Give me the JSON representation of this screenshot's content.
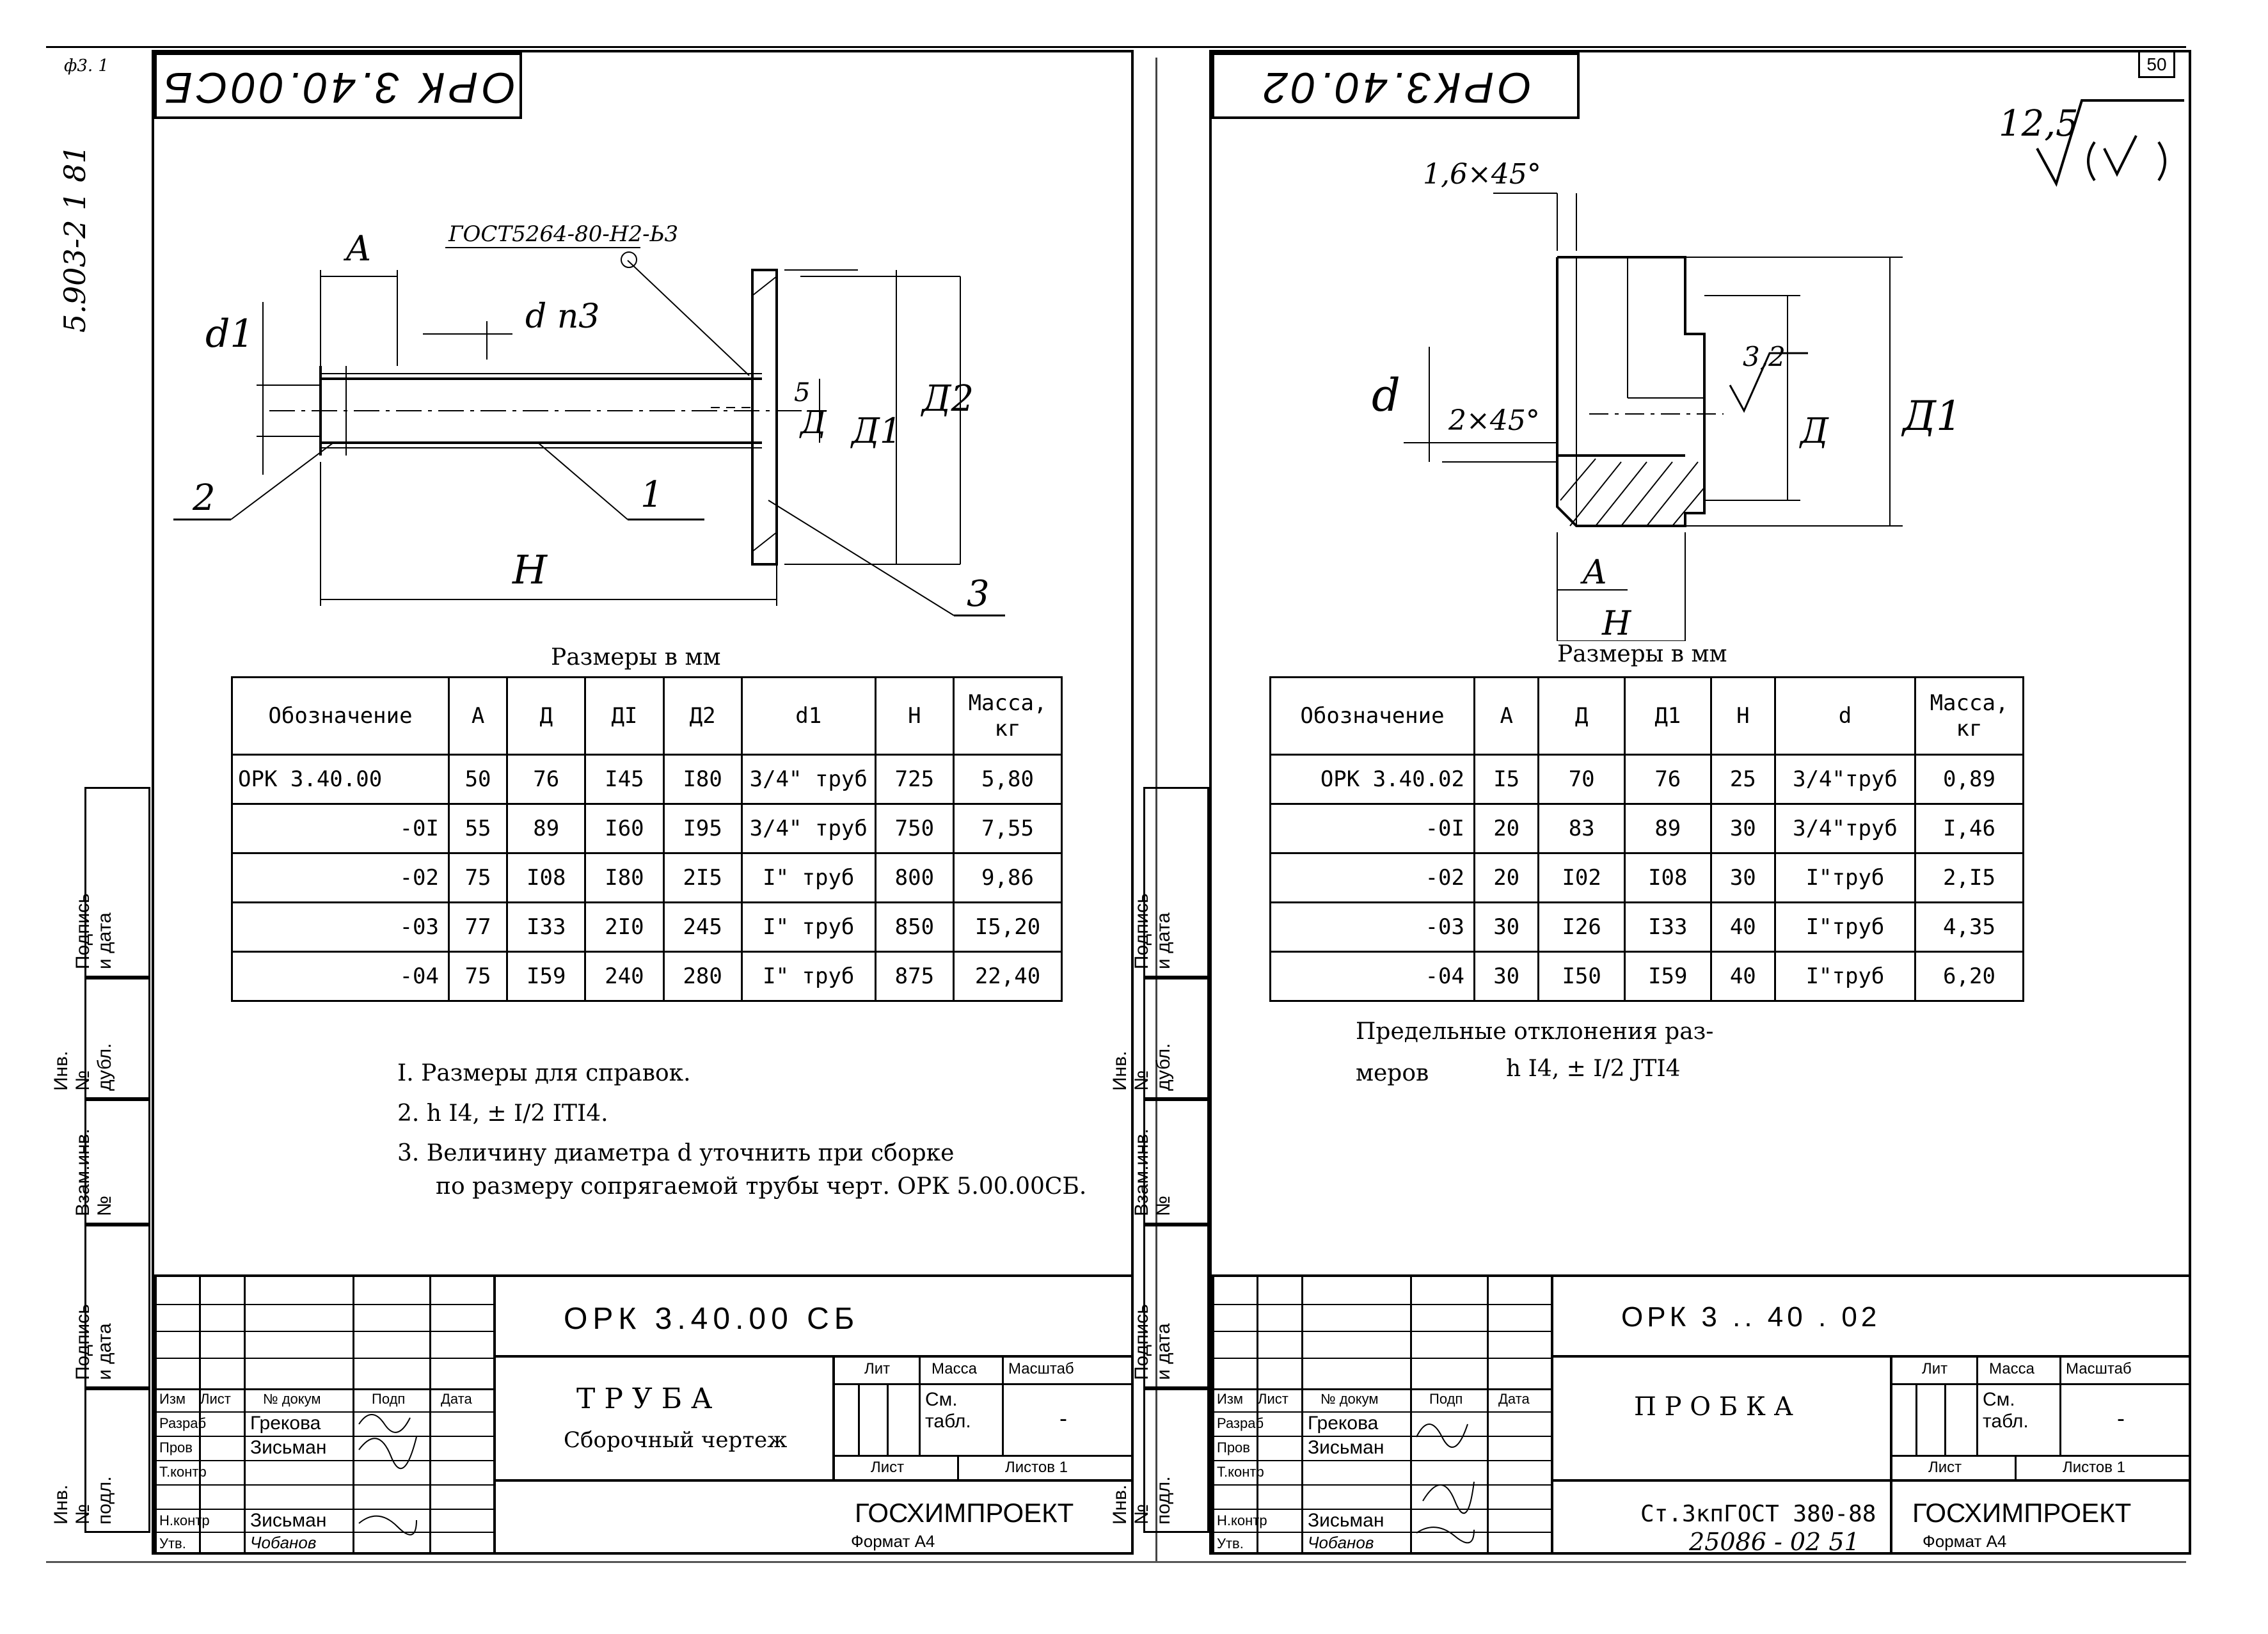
{
  "margin": {
    "top_left_mark": "ф3. 1",
    "vertical_number": "5.903-2 1 81",
    "page_number": "50",
    "bottom_number": "25086 - 02  51",
    "strip_labels": [
      "Подпись и дата",
      "Инв.№ дубл.",
      "Взам.инв.№",
      "Подпись и дата",
      "Инв.№ подл."
    ]
  },
  "left": {
    "code": "ОРК 3.40.00СБ",
    "drawing": {
      "A": "A",
      "gost": "ГОСТ5264-80-Н2-Ь3",
      "d_n3": "d п3",
      "d1": "d1",
      "s": "5",
      "D": "Д",
      "D1": "Д1",
      "D2": "Д2",
      "H": "Н",
      "pos1": "1",
      "pos2": "2",
      "pos3": "3"
    },
    "table_caption": "Размеры в мм",
    "table": {
      "headers": [
        "Обозначение",
        "А",
        "Д",
        "ДI",
        "Д2",
        "d1",
        "Н",
        "Масса, кг"
      ],
      "rows": [
        [
          "ОРК 3.40.00",
          "50",
          "76",
          "I45",
          "I80",
          "3/4\" труб",
          "725",
          "5,80"
        ],
        [
          "-0I",
          "55",
          "89",
          "I60",
          "I95",
          "3/4\" труб",
          "750",
          "7,55"
        ],
        [
          "-02",
          "75",
          "I08",
          "I80",
          "2I5",
          "I\" труб",
          "800",
          "9,86"
        ],
        [
          "-03",
          "77",
          "I33",
          "2I0",
          "245",
          "I\" труб",
          "850",
          "I5,20"
        ],
        [
          "-04",
          "75",
          "I59",
          "240",
          "280",
          "I\" труб",
          "875",
          "22,40"
        ]
      ]
    },
    "notes": [
      "I. Размеры для справок.",
      "2. h I4, ± I/2 IТI4.",
      "3. Величину диаметра d уточнить при сборке",
      "по размеру сопрягаемой трубы черт. ОРК 5.00.00СБ."
    ],
    "title_block": {
      "designation": "ОРК  3.40.00  СБ",
      "name": "Т Р У Б А",
      "subname": "Сборочный чертеж",
      "hdr_izm": "Изм",
      "hdr_list": "Лист",
      "hdr_doc": "№ докум",
      "hdr_sign": "Подп",
      "hdr_date": "Дата",
      "row_razrab": "Разраб",
      "row_prov": "Пров",
      "row_tkontr": "Т.контр",
      "row_nkontr": "Н.контр",
      "row_utv": "Утв.",
      "name_razrab": "Грекова",
      "name_prov": "Зисьман",
      "name_nkontr": "Зисьман",
      "name_utv": "Чобанов",
      "lit": "Лит",
      "mass": "Масса",
      "scale": "Масштаб",
      "mass_val": "См. табл.",
      "scale_val": "-",
      "sheet": "Лист",
      "sheets": "Листов 1",
      "org": "ГОСХИМПРОЕКТ",
      "format": "Формат А4"
    }
  },
  "right": {
    "code": "ОРК3.40.02",
    "roughness": "12,5",
    "drawing": {
      "chamfer1": "1,6×45°",
      "chamfer2": "2×45°",
      "rough32": "3,2",
      "d": "d",
      "D": "Д",
      "D1": "Д1",
      "A": "A",
      "H": "Н"
    },
    "table_caption": "Размеры в мм",
    "table": {
      "headers": [
        "Обозначение",
        "А",
        "Д",
        "Д1",
        "Н",
        "d",
        "Масса, кг"
      ],
      "rows": [
        [
          "ОРК 3.40.02",
          "I5",
          "70",
          "76",
          "25",
          "3/4\"труб",
          "0,89"
        ],
        [
          "-0I",
          "20",
          "83",
          "89",
          "30",
          "3/4\"труб",
          "I,46"
        ],
        [
          "-02",
          "20",
          "I02",
          "I08",
          "30",
          "I\"труб",
          "2,I5"
        ],
        [
          "-03",
          "30",
          "I26",
          "I33",
          "40",
          "I\"труб",
          "4,35"
        ],
        [
          "-04",
          "30",
          "I50",
          "I59",
          "40",
          "I\"труб",
          "6,20"
        ]
      ]
    },
    "notes": [
      "Предельные отклонения раз-",
      "меров",
      "h I4,  ± I/2 JТI4"
    ],
    "title_block": {
      "designation": "ОРК  3 .. 40 . 02",
      "name": "П Р О Б К А",
      "material": "Ст.3кпГОСТ 380-88",
      "hdr_izm": "Изм",
      "hdr_list": "Лист",
      "hdr_doc": "№ докум",
      "hdr_sign": "Подп",
      "hdr_date": "Дата",
      "row_razrab": "Разраб",
      "row_prov": "Пров",
      "row_tkontr": "Т.контр",
      "row_nkontr": "Н.контр",
      "row_utv": "Утв.",
      "name_razrab": "Грекова",
      "name_prov": "Зисьман",
      "name_nkontr": "Зисьман",
      "name_utv": "Чобанов",
      "lit": "Лит",
      "mass": "Масса",
      "scale": "Масштаб",
      "mass_val": "См. табл.",
      "scale_val": "-",
      "sheet": "Лист",
      "sheets": "Листов 1",
      "org": "ГОСХИМПРОЕКТ",
      "format": "Формат А4"
    }
  }
}
